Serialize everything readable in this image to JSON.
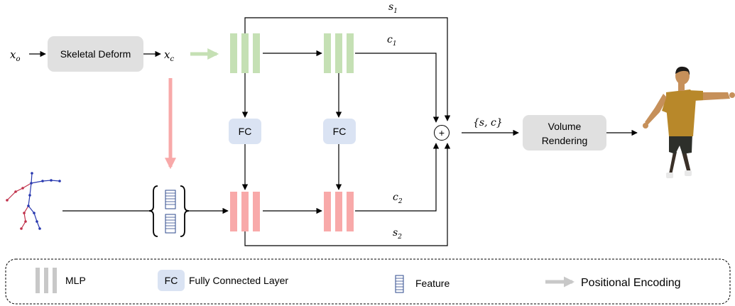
{
  "nodes": {
    "xo": "x",
    "xo_sub": "o",
    "xc": "x",
    "xc_sub": "c",
    "skeletal_deform": "Skeletal Deform",
    "fc1": "FC",
    "fc2": "FC",
    "volume_rendering_line1": "Volume",
    "volume_rendering_line2": "Rendering",
    "s1": "s",
    "s1_sub": "1",
    "c1": "c",
    "c1_sub": "1",
    "c2": "c",
    "c2_sub": "2",
    "s2": "s",
    "s2_sub": "2",
    "sum_symbol": "+",
    "sc_set": "{s, c}"
  },
  "legend": {
    "mlp": "MLP",
    "fc_box": "FC",
    "fc_desc": "Fully Connected Layer",
    "feature": "Feature",
    "positional_encoding": "Positional Encoding"
  },
  "colors": {
    "green_mlp": "#c5e0b4",
    "pink_mlp": "#f8a9a9",
    "fc_fill": "#dae3f3",
    "gray_box": "#e0e0e0",
    "feature_blue": "#2e4a8c",
    "skeleton_red": "#c0304a",
    "skeleton_blue": "#2838b0"
  }
}
